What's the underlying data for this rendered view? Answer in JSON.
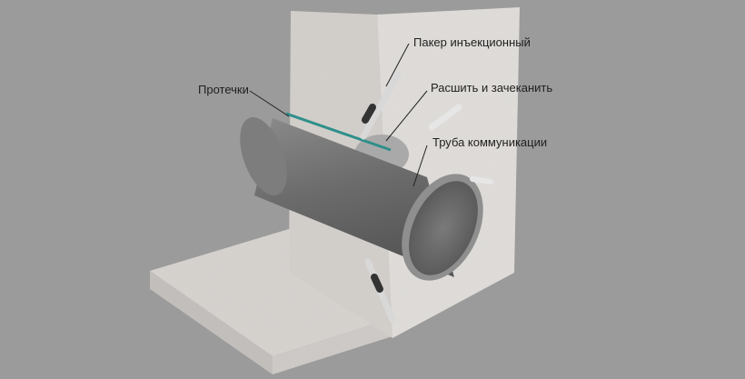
{
  "labels": {
    "leaks": "Протечки",
    "packer": "Пакер инъекционный",
    "seal": "Расшить и зачеканить",
    "pipe": "Труба коммуникации"
  },
  "colors": {
    "background": "#9b9b9b",
    "concrete": "#dedad6",
    "pipe": "#6f6f6f",
    "leak": "#2f8f8a"
  }
}
